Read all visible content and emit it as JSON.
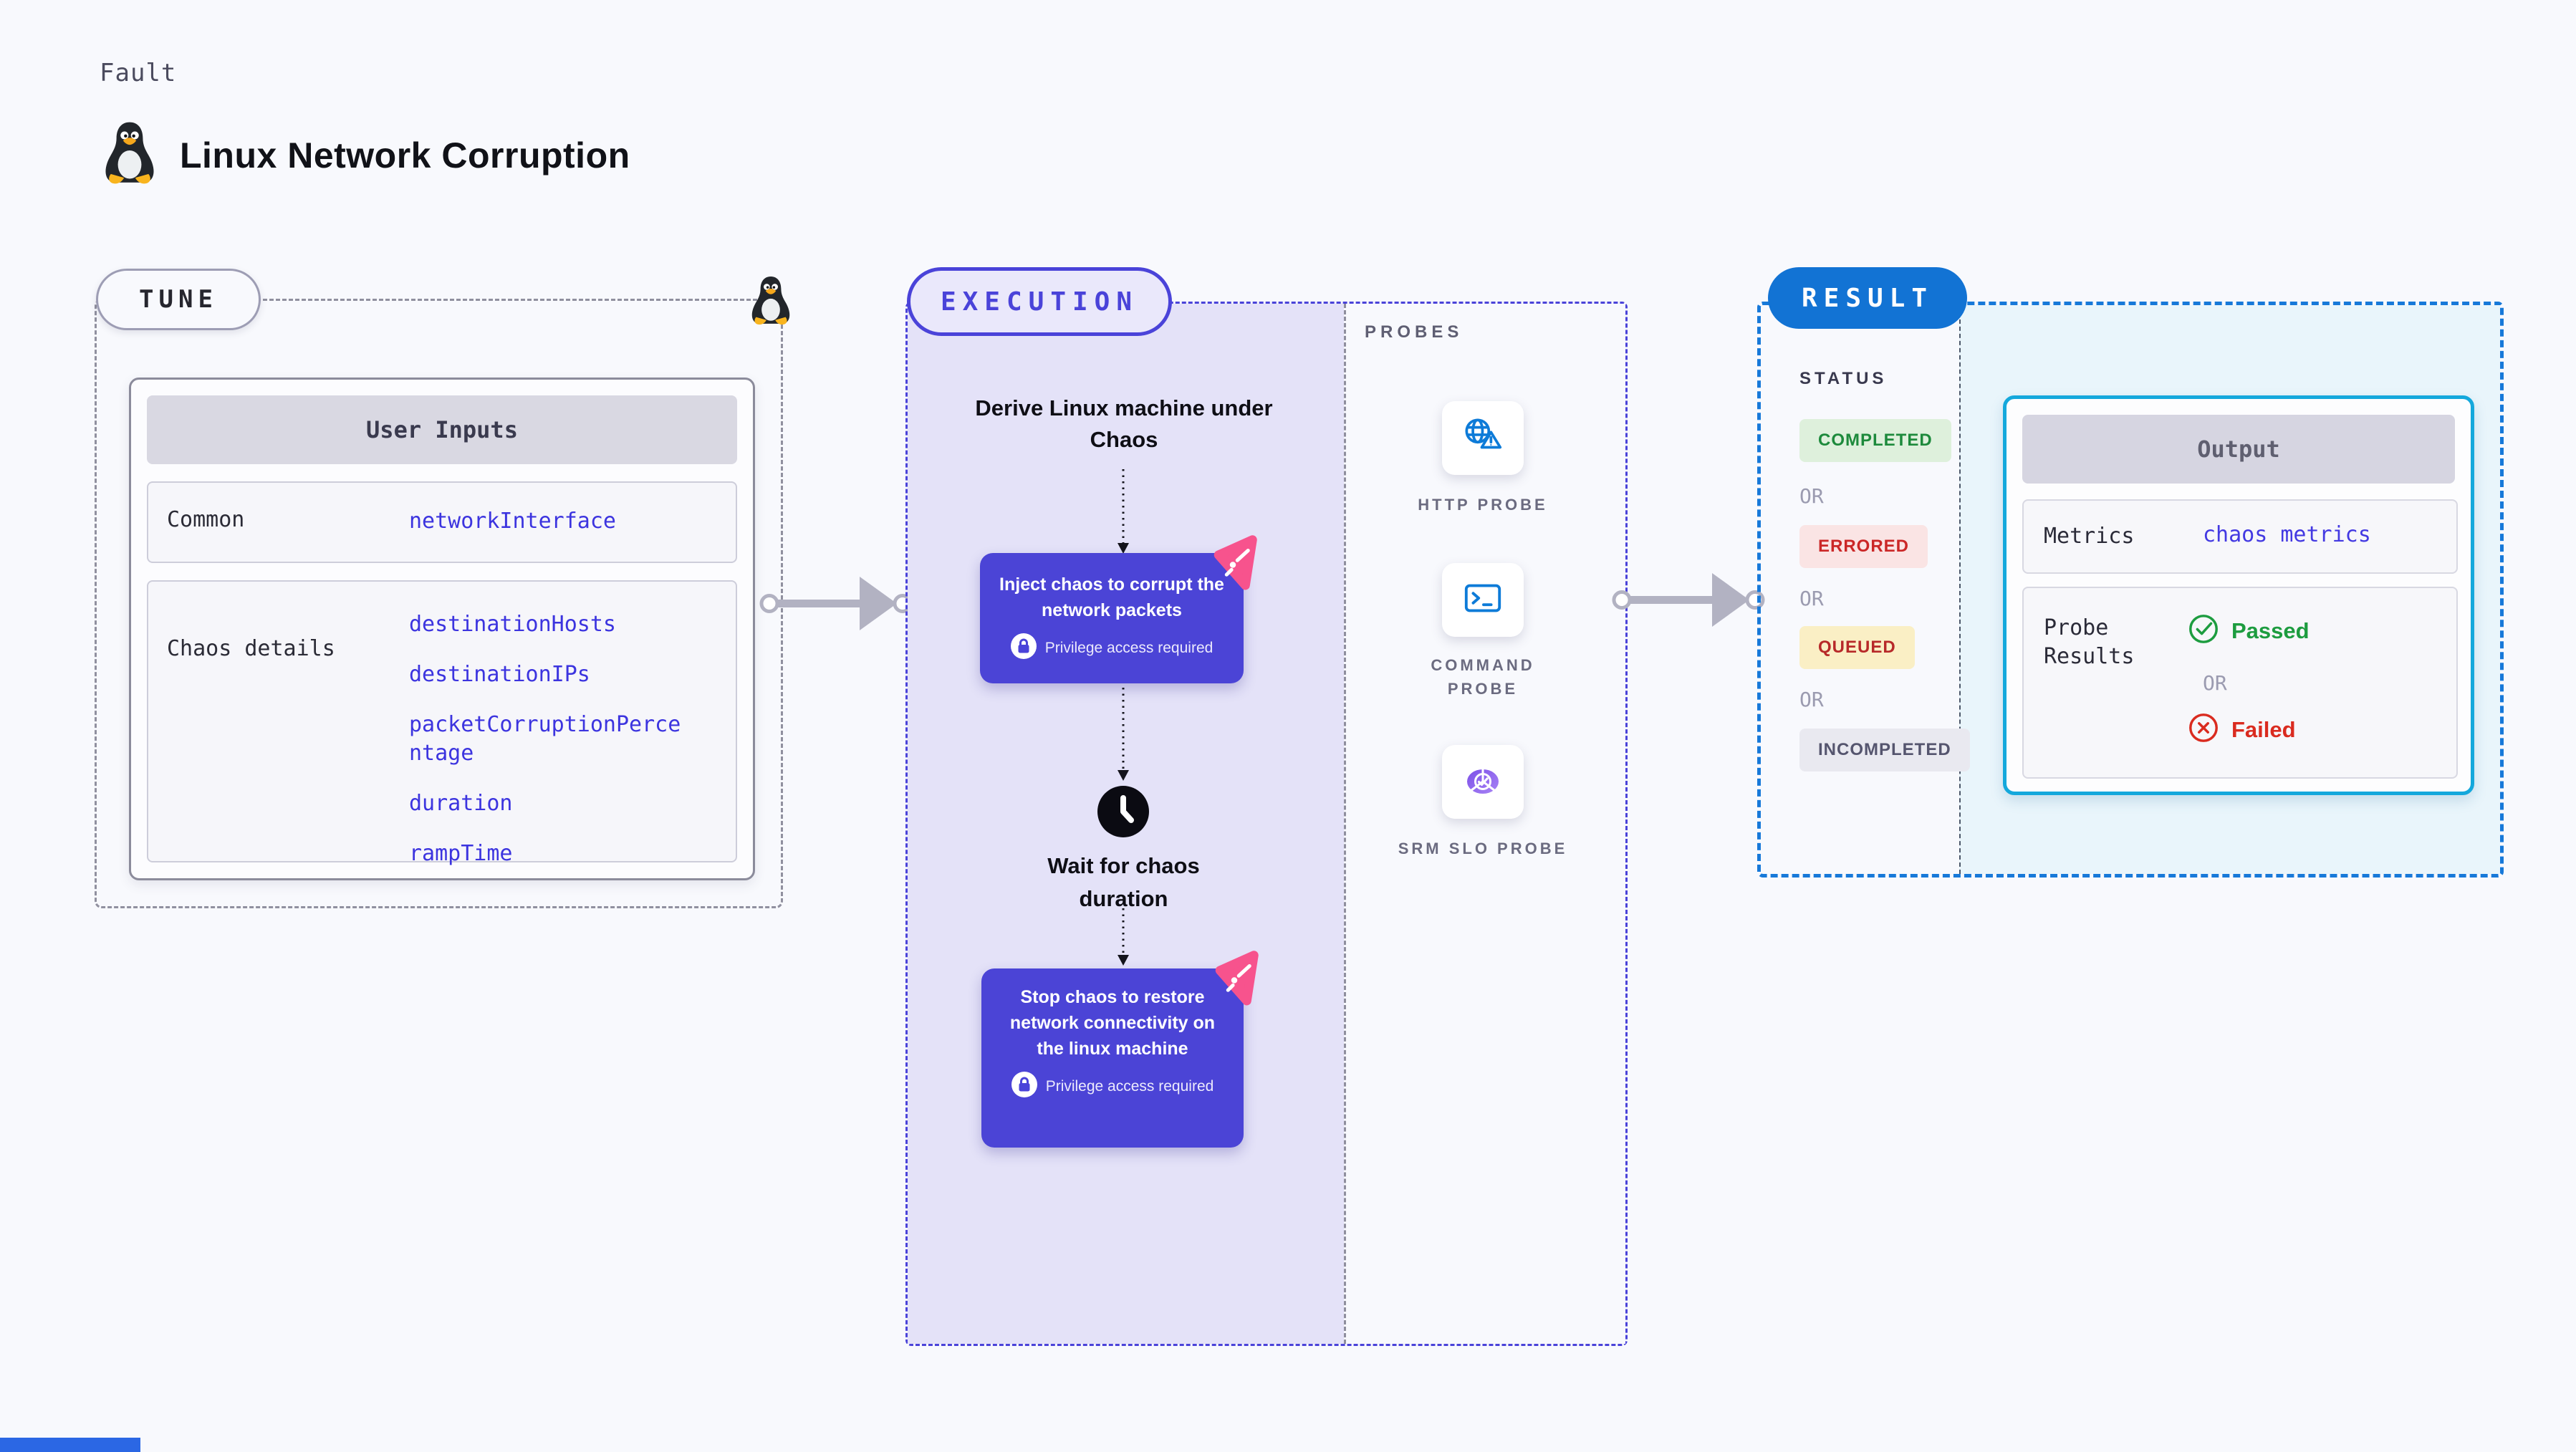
{
  "header": {
    "kicker": "Fault",
    "title": "Linux Network Corruption"
  },
  "tune": {
    "badge": "TUNE",
    "table": {
      "title": "User Inputs",
      "rows": [
        {
          "label": "Common",
          "values": [
            "networkInterface"
          ]
        },
        {
          "label": "Chaos details",
          "values": [
            "destinationHosts",
            "destinationIPs",
            "packetCorruptionPercentage",
            "duration",
            "rampTime"
          ]
        }
      ]
    }
  },
  "execution": {
    "badge": "EXECUTION",
    "flow": {
      "derive": "Derive Linux machine under Chaos",
      "inject": "Inject chaos to corrupt the network packets",
      "privilege": "Privilege access required",
      "wait": "Wait for chaos duration",
      "stop": "Stop chaos to restore network connectivity on the linux machine"
    },
    "probes": {
      "label": "PROBES",
      "items": [
        {
          "label": "HTTP PROBE",
          "icon": "globe-warning-icon"
        },
        {
          "label": "COMMAND PROBE",
          "icon": "terminal-icon"
        },
        {
          "label": "SRM SLO PROBE",
          "icon": "slo-donut-icon"
        }
      ]
    }
  },
  "result": {
    "badge": "RESULT",
    "status": {
      "label": "STATUS",
      "separator": "OR",
      "items": [
        {
          "label": "COMPLETED",
          "tone": "green"
        },
        {
          "label": "ERRORED",
          "tone": "red"
        },
        {
          "label": "QUEUED",
          "tone": "yellow"
        },
        {
          "label": "INCOMPLETED",
          "tone": "gray"
        }
      ]
    },
    "output": {
      "title": "Output",
      "metrics_label": "Metrics",
      "metrics_value": "chaos metrics",
      "probe_label": "Probe Results",
      "passed": "Passed",
      "or": "OR",
      "failed": "Failed"
    }
  },
  "colors": {
    "indigo": "#4a43d9",
    "lavender": "#e4e2f8",
    "result_blue": "#1273d4",
    "output_cyan": "#14a8dc",
    "pink": "#f7538d",
    "probe_blue": "#0d7bd8",
    "pass_green": "#1d9c3f",
    "fail_red": "#da2b1f"
  }
}
